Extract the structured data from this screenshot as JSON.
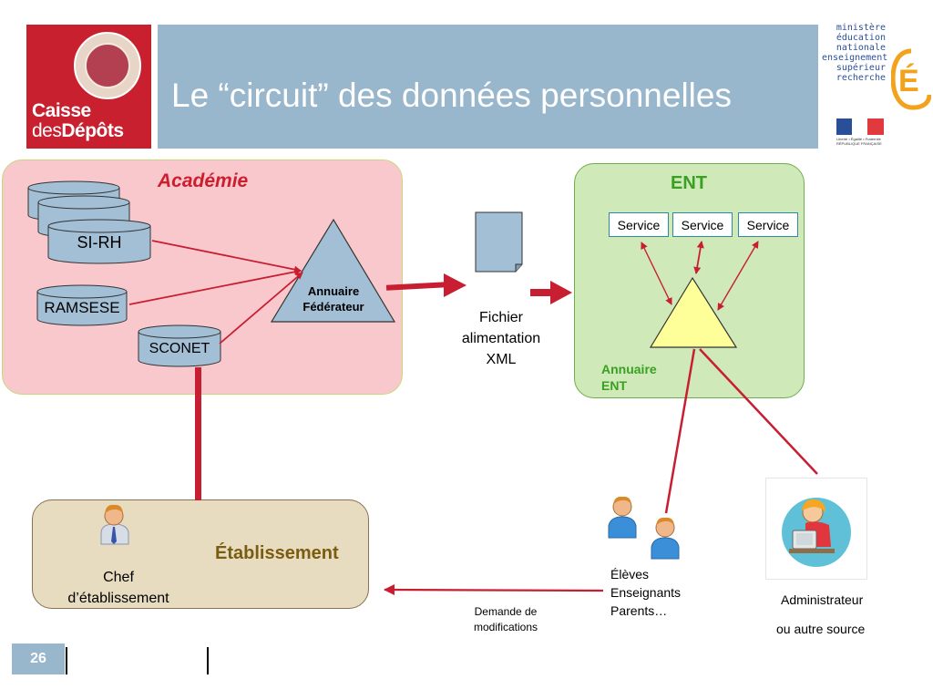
{
  "header": {
    "logo_line1": "Caisse",
    "logo_line2_prefix": "des",
    "logo_line2_bold": "Dépôts",
    "title": "Le “circuit” des données personnelles",
    "ministry_lines": [
      "ministère",
      "éducation",
      "nationale",
      "enseignement",
      "supérieur",
      "recherche"
    ],
    "republique": "Liberté • Égalité • Fraternité RÉPUBLIQUE FRANÇAISE"
  },
  "academie": {
    "title": "Académie",
    "db_sirh": "SI-RH",
    "db_ramsese": "RAMSESE",
    "db_sconet": "SCONET",
    "annuaire_line1": "Annuaire",
    "annuaire_line2": "Fédérateur"
  },
  "transfer": {
    "fichier_line1": "Fichier",
    "fichier_line2": "alimentation",
    "fichier_line3": "XML"
  },
  "ent": {
    "title": "ENT",
    "services": [
      "Service",
      "Service",
      "Service"
    ],
    "annuaire_line1": "Annuaire",
    "annuaire_line2": "ENT"
  },
  "etablissement": {
    "title": "Établissement",
    "chef_line1": "Chef",
    "chef_line2": "d’établissement"
  },
  "users": {
    "line1": "Élèves",
    "line2": "Enseignants",
    "line3": "Parents…"
  },
  "demande": {
    "line1": "Demande de",
    "line2": "modifications"
  },
  "admin": {
    "line1": "Administrateur",
    "line2": "ou autre source"
  },
  "footer": {
    "page_number": "26"
  },
  "colors": {
    "accent_red": "#c8202f",
    "header_blue": "#98b6cc",
    "academie_fill": "#f8c8cc",
    "ent_fill": "#cfe9b9",
    "etab_fill": "#e7dcc0",
    "arrow_red": "#c81e32",
    "ent_green": "#3aa021"
  }
}
